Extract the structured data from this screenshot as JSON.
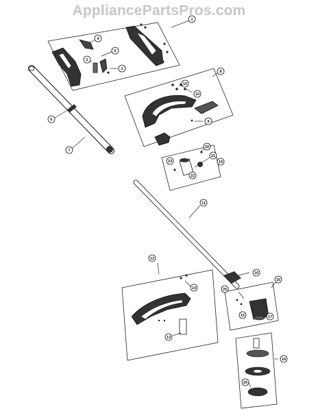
{
  "watermark": "AppliancePartsPros.com",
  "callouts": {
    "c1": "1",
    "c2": "2",
    "c3": "3",
    "c4": "4",
    "c5": "5",
    "c6": "6",
    "c7": "7",
    "c8": "8",
    "c9": "9",
    "c10": "10",
    "c10b": "10",
    "c11": "11",
    "c12": "12",
    "c13": "13",
    "c14": "14",
    "c15": "15",
    "c16": "16",
    "c16b": "16",
    "c17": "17",
    "c18": "18",
    "c19": "19",
    "c20": "20",
    "c20b": "20",
    "c21": "21",
    "c22": "22",
    "c23": "23",
    "c25": "25"
  },
  "colors": {
    "ink": "#111111",
    "watermark": "#c7c7c7",
    "panel_stroke": "#222222"
  }
}
